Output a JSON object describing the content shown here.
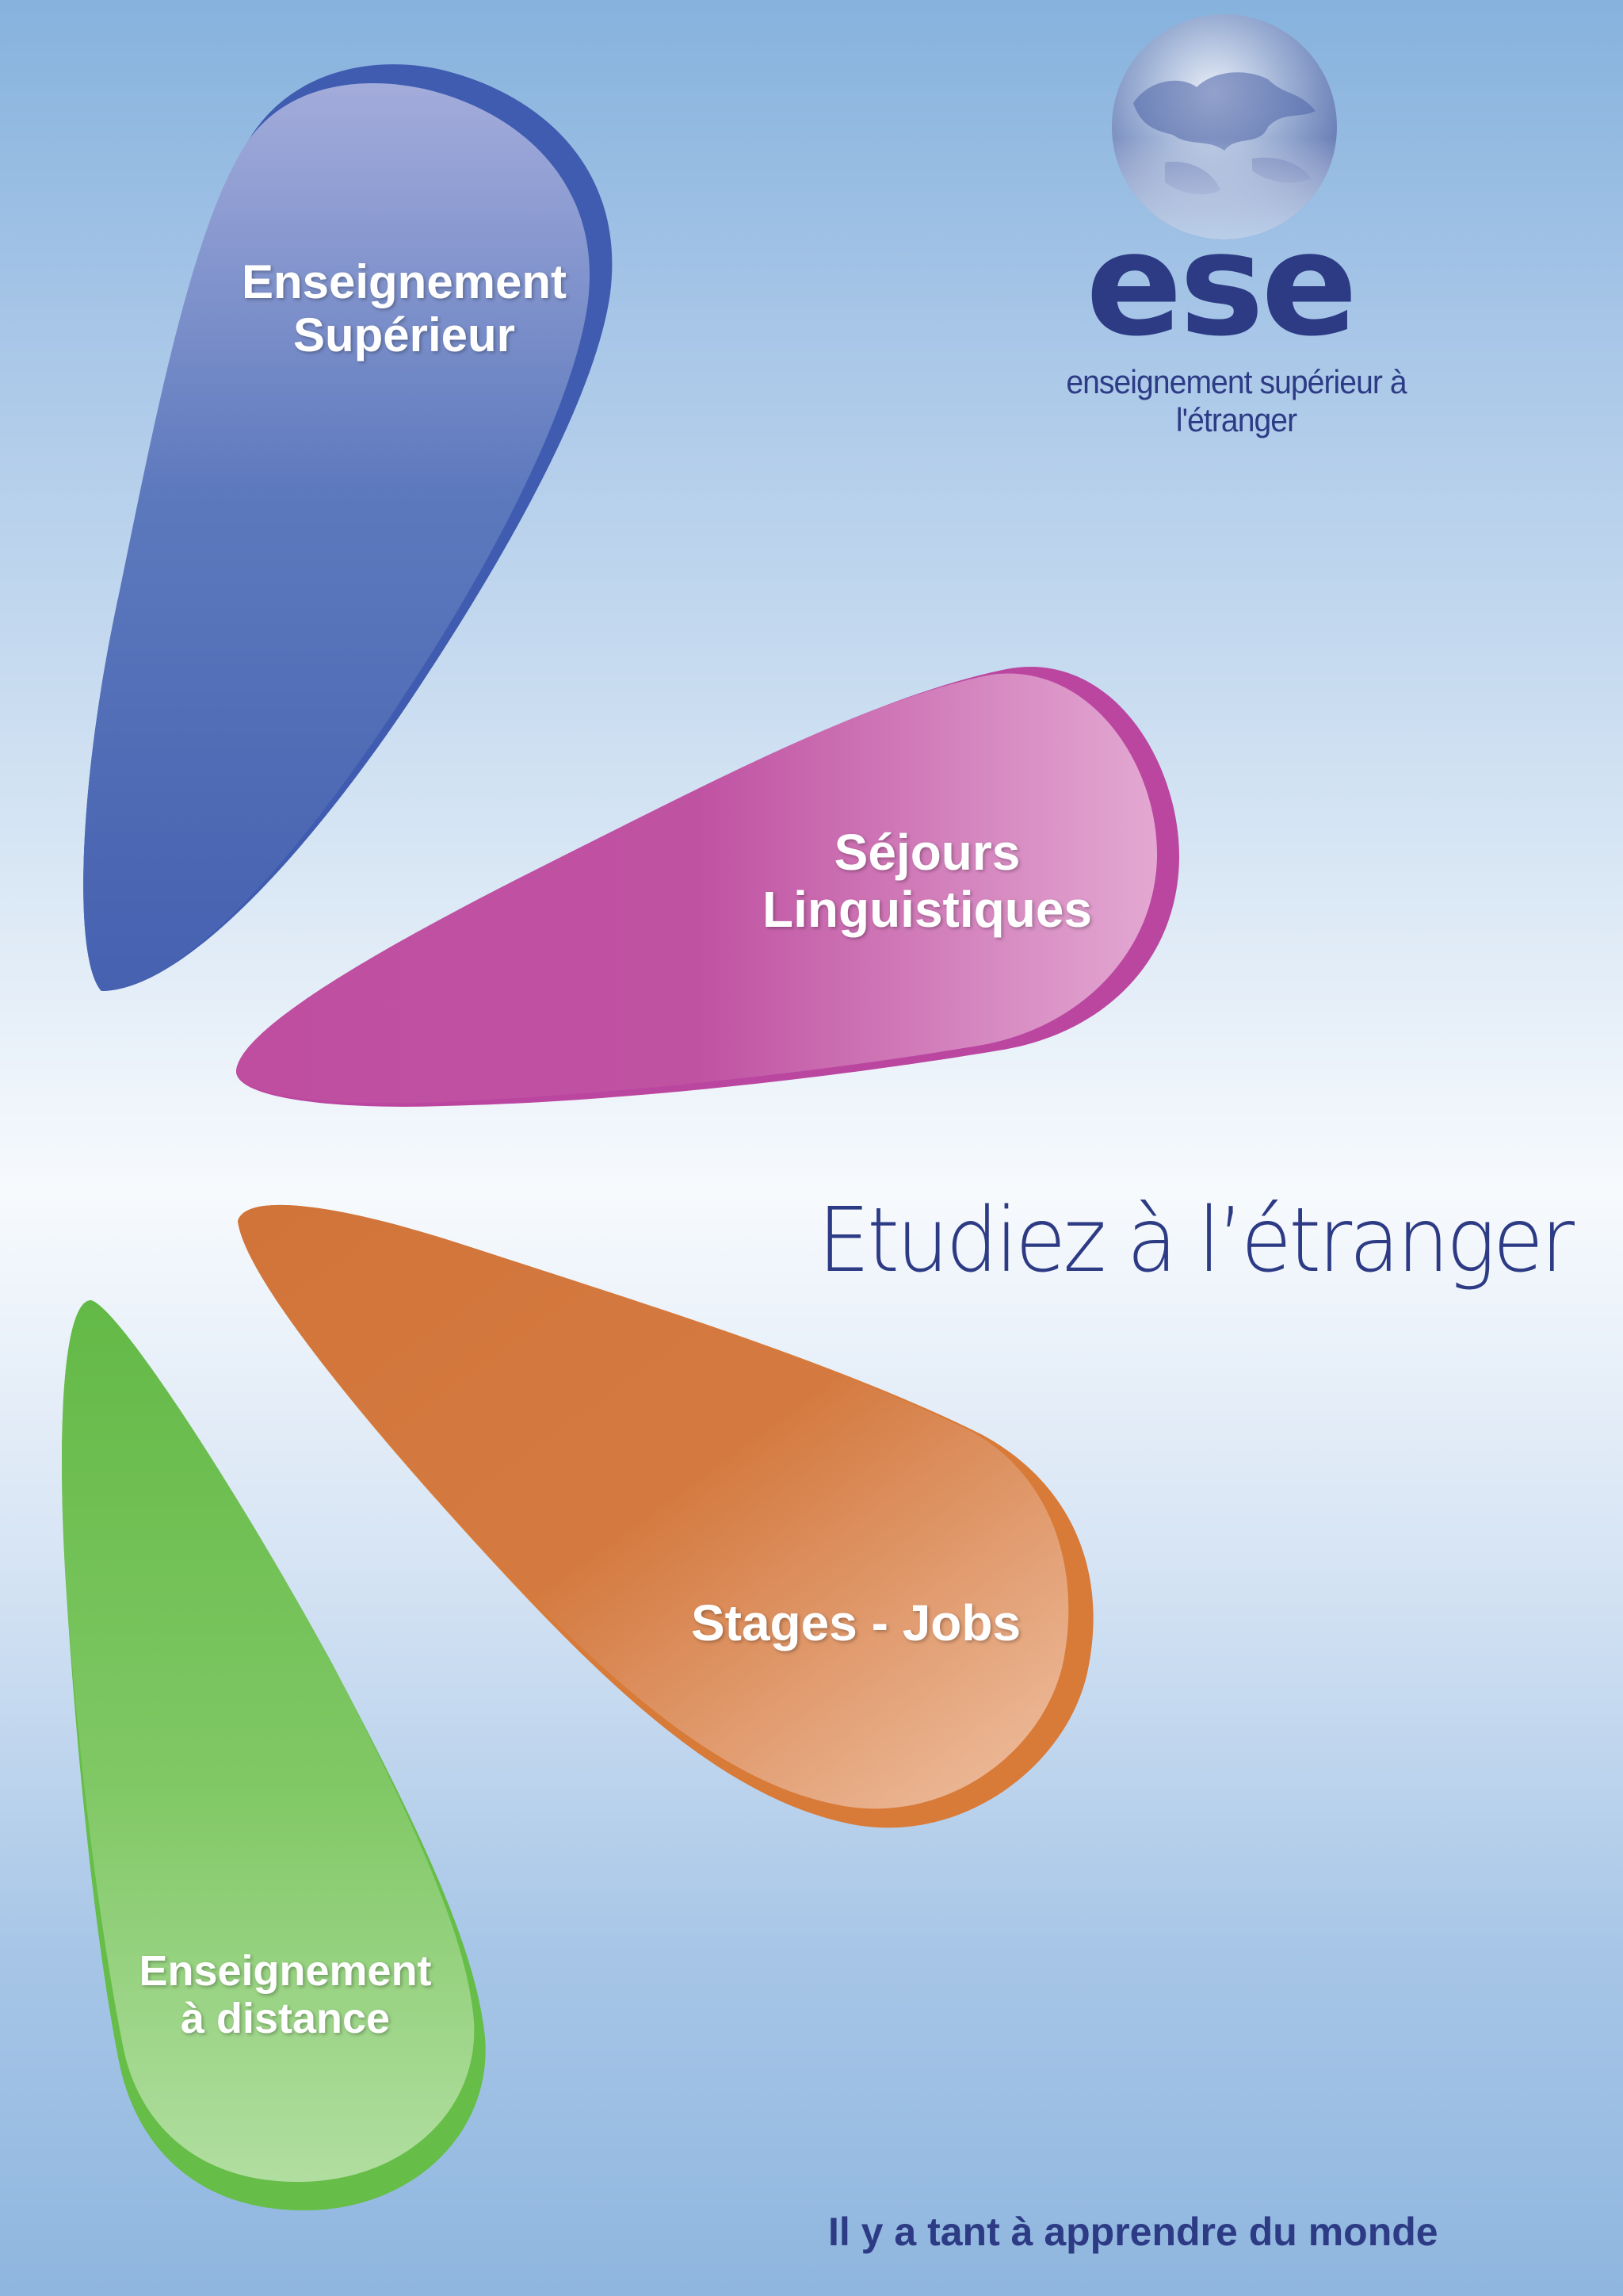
{
  "colors": {
    "brand_navy": "#2d3b85",
    "blue_petal": "#4561b0",
    "pink_petal": "#bf4ea0",
    "orange_petal": "#d1743a",
    "green_petal": "#66bb48"
  },
  "logo": {
    "icon": "globe-icon",
    "wordmark": "ese",
    "tagline": "enseignement supérieur à l'étranger"
  },
  "petals": [
    {
      "id": "enseignement-superieur",
      "lines": [
        "Enseignement",
        "Supérieur"
      ]
    },
    {
      "id": "sejours-linguistiques",
      "lines": [
        "Séjours",
        "Linguistiques"
      ]
    },
    {
      "id": "stages-jobs",
      "lines": [
        "Stages - Jobs"
      ]
    },
    {
      "id": "enseignement-distance",
      "lines": [
        "Enseignement",
        "à distance"
      ]
    }
  ],
  "headline": "Etudiez à l’étranger",
  "footer": {
    "slogan": "Il y a tant à apprendre du monde"
  }
}
